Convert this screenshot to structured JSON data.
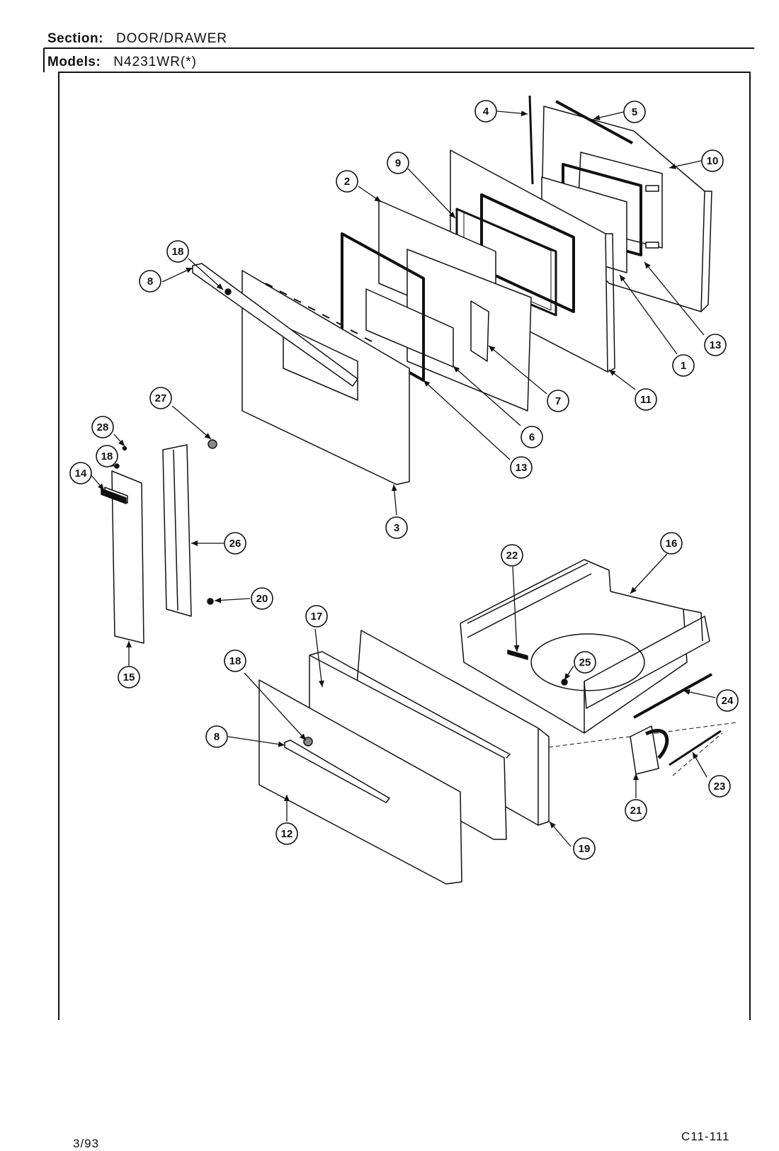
{
  "header": {
    "section_label": "Section:",
    "section_value": "DOOR/DRAWER",
    "models_label": "Models:",
    "models_value": "N4231WR(*)"
  },
  "footer": {
    "date": "3/93",
    "code": "C11-111"
  },
  "callouts": [
    {
      "id": "1"
    },
    {
      "id": "2"
    },
    {
      "id": "3"
    },
    {
      "id": "4"
    },
    {
      "id": "5"
    },
    {
      "id": "6"
    },
    {
      "id": "7"
    },
    {
      "id": "8"
    },
    {
      "id": "9"
    },
    {
      "id": "10"
    },
    {
      "id": "11"
    },
    {
      "id": "12"
    },
    {
      "id": "13"
    },
    {
      "id": "14"
    },
    {
      "id": "15"
    },
    {
      "id": "16"
    },
    {
      "id": "17"
    },
    {
      "id": "18"
    },
    {
      "id": "19"
    },
    {
      "id": "20"
    },
    {
      "id": "21"
    },
    {
      "id": "22"
    },
    {
      "id": "23"
    },
    {
      "id": "24"
    },
    {
      "id": "25"
    },
    {
      "id": "26"
    },
    {
      "id": "27"
    },
    {
      "id": "28"
    }
  ]
}
